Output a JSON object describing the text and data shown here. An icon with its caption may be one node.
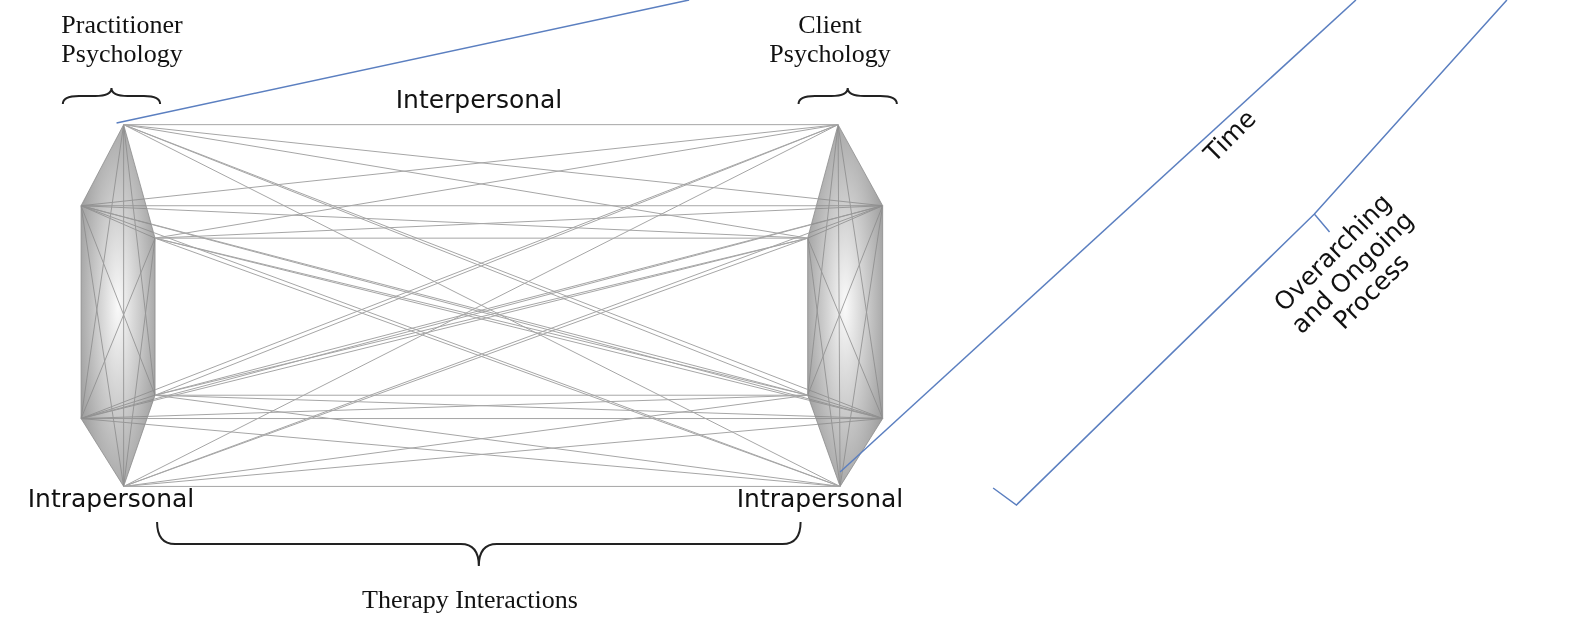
{
  "diagram": {
    "labels": [
      "Practitioner Psychology",
      "Client Psychology",
      "Interpersonal",
      "Intrapersonal",
      "Intrapersonal",
      "Therapy Interactions",
      "Time",
      "Overarching and Ongoing Process"
    ]
  }
}
